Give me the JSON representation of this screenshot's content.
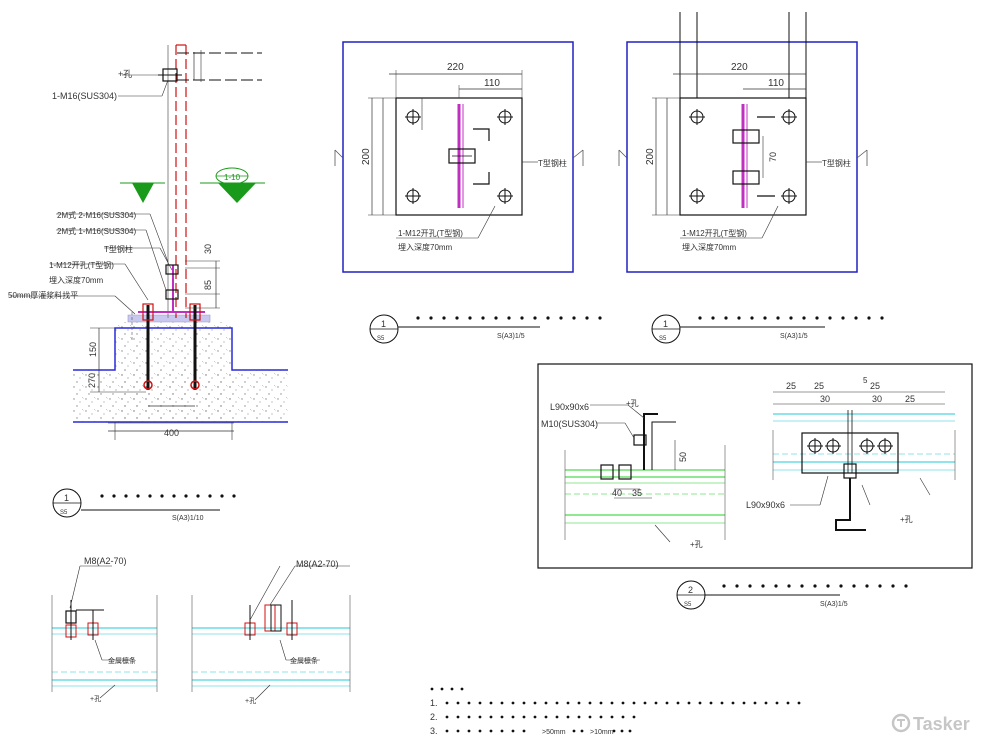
{
  "labels": {
    "l1": "+孔",
    "l2": "1-M16(SUS304)",
    "l3": "2M式 2-M16(SUS304)",
    "l4": "2M式 1-M16(SUS304)",
    "l5": "T型钢柱",
    "l6": "1-M12开孔(T型钢)",
    "l7": "埋入深度70mm",
    "l8": "50mm厚灌浆料找平",
    "l9": "T型钢柱",
    "l10": "1-M12开孔(T型钢)",
    "l11": "埋入深度70mm",
    "l12": "T型钢柱",
    "l13": "1-M12开孔(T型钢)",
    "l14": "埋入深度70mm",
    "l15": "L90x90x6",
    "l16": "M10(SUS304)",
    "l17": "L90x90x6",
    "l18": "+孔",
    "l19": "+孔",
    "l20": "+孔",
    "l21": "M8(A2-70)",
    "l22": "M8(A2-70)",
    "l23": "金属檩条",
    "l24": "金属檩条",
    "l25": "+孔",
    "l26": "+孔",
    "wm": "Tasker"
  },
  "dims": {
    "d220a": "220",
    "d110a": "110",
    "d200a": "200",
    "d220b": "220",
    "d110b": "110",
    "d200b": "200",
    "d70": "70",
    "d400": "400",
    "d150": "150",
    "d270": "270",
    "d30": "30",
    "d85": "85",
    "d25a": "25",
    "d25b": "25",
    "d30c": "30",
    "d30d": "30",
    "d25c": "25",
    "d25d": "25",
    "d50": "50",
    "d35": "35",
    "d40": "40",
    "d5": "5"
  },
  "tags": {
    "t1a": "1",
    "t1b": "S5",
    "t1c": "S(A3)1/10",
    "t2a": "1",
    "t2b": "S5",
    "t2c": "S(A3)1/5",
    "t3a": "1",
    "t3b": "S5",
    "t3c": "S(A3)1/5",
    "t4a": "2",
    "t4b": "S5",
    "t4c": "S(A3)1/5",
    "t5": "1-10"
  },
  "notes": {
    "n1": "1.",
    "n2": "2.",
    "n3": "3.",
    "n3a": ">50mm",
    "n3b": ">10mm"
  }
}
